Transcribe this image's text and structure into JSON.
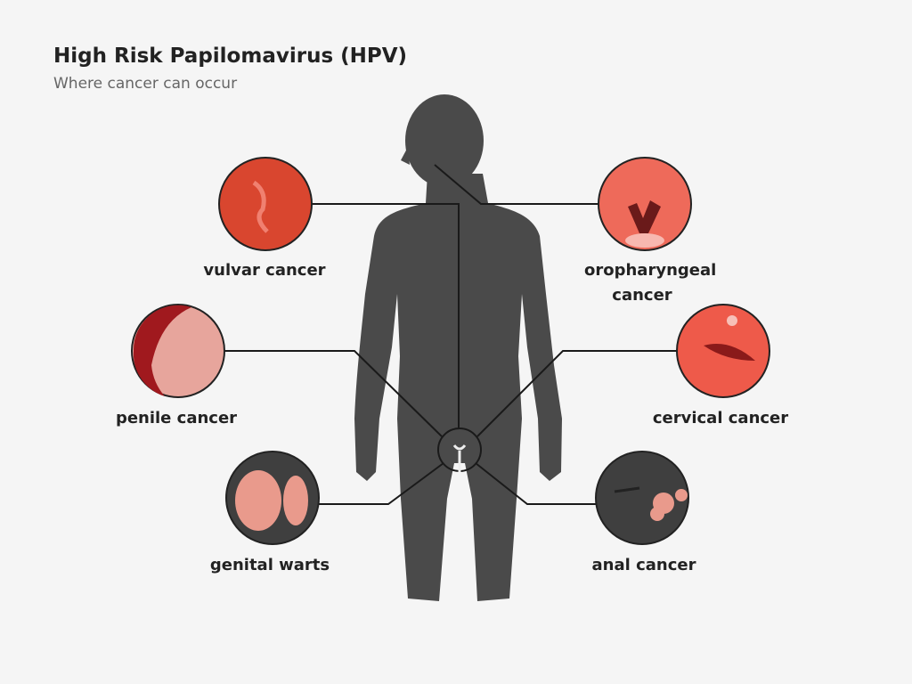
{
  "header": {
    "title": "High Risk Papilomavirus (HPV)",
    "subtitle": "Where cancer can occur"
  },
  "sites": [
    {
      "label": "vulvar cancer",
      "color": "#d9462f"
    },
    {
      "label": "oropharyngeal cancer",
      "color": "#ee6a5a"
    },
    {
      "label": "penile cancer",
      "color": "#e7a59c"
    },
    {
      "label": "cervical cancer",
      "color": "#ee5a4a"
    },
    {
      "label": "genital warts",
      "color": "#3f3f3f"
    },
    {
      "label": "anal cancer",
      "color": "#3f3f3f"
    }
  ],
  "colors": {
    "silhouette": "#4a4a4a",
    "line": "#1a1a1a",
    "background": "#f5f5f5"
  }
}
